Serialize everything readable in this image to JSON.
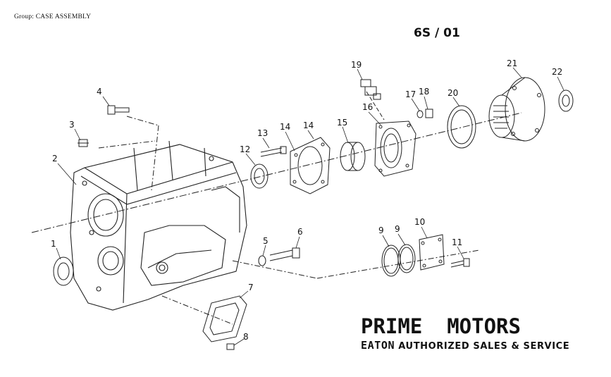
{
  "header": {
    "group_label": "Group: CASE ASSEMBLY",
    "page_code": "6S / 01"
  },
  "diagram": {
    "callouts": [
      "1",
      "2",
      "3",
      "4",
      "5",
      "6",
      "7",
      "8",
      "9",
      "9",
      "10",
      "11",
      "12",
      "13",
      "14",
      "14",
      "15",
      "16",
      "17",
      "18",
      "19",
      "20",
      "21",
      "22"
    ]
  },
  "footer": {
    "company": "PRIME  MOTORS",
    "tagline_brand": "EATON",
    "tagline_rest": " AUTHORIZED SALES & SERVICE"
  }
}
